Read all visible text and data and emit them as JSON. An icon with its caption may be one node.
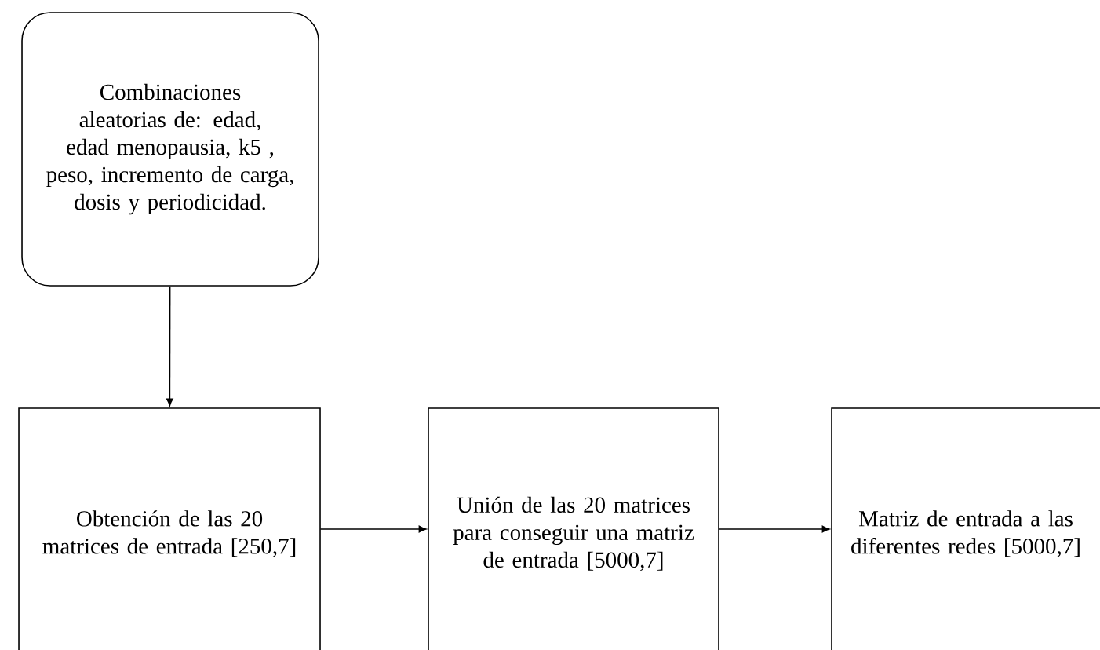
{
  "diagram": {
    "nodes": [
      {
        "text": [
          "Combinaciones aleatorias de: edad, edad menopausia, k5 , peso, incremento de carga, dosis y periodicidad."
        ]
      },
      {
        "text": [
          "Obtención de las 20 matrices de entrada [250,7]"
        ]
      },
      {
        "text": [
          "Unión de las 20 matrices para conseguir una matriz de entrada [5000,7]"
        ]
      },
      {
        "text": [
          "Matriz de entrada a las diferentes redes [5000,7]"
        ]
      }
    ],
    "edges": [
      {
        "from": 0,
        "to": 1,
        "arrow": "to"
      },
      {
        "from": 1,
        "to": 2,
        "arrow": "to"
      },
      {
        "from": 2,
        "to": 3,
        "arrow": "to"
      }
    ]
  }
}
